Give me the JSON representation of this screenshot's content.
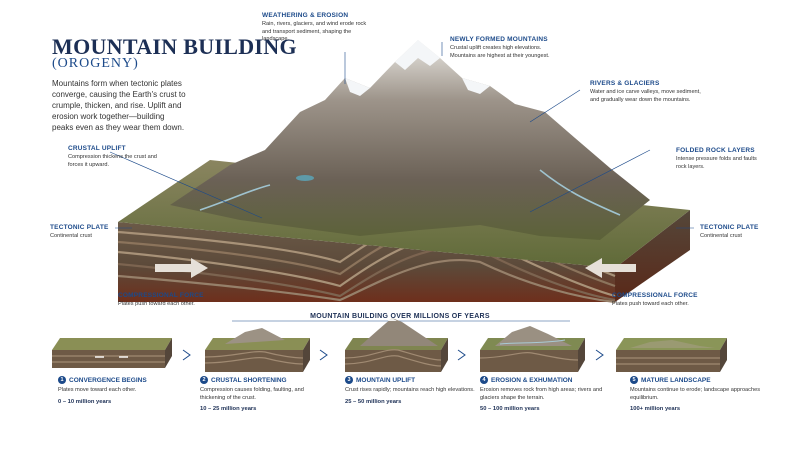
{
  "header": {
    "title": "MOUNTAIN BUILDING",
    "subtitle": "(OROGENY)",
    "intro": "Mountains form when tectonic plates converge, causing the Earth's crust to crumple, thicken, and rise. Uplift and erosion work together—building peaks even as they wear them down."
  },
  "callouts": {
    "weathering": {
      "title": "WEATHERING & EROSION",
      "text": "Rain, rivers, glaciers, and wind erode rock and transport sediment, shaping the landscape."
    },
    "newly_formed": {
      "title": "NEWLY FORMED MOUNTAINS",
      "text": "Crustal uplift creates high elevations. Mountains are highest at their youngest."
    },
    "rivers": {
      "title": "RIVERS & GLACIERS",
      "text": "Water and ice carve valleys, move sediment, and gradually wear down the mountains."
    },
    "uplift": {
      "title": "CRUSTAL UPLIFT",
      "text": "Compression thickens the crust and forces it upward."
    },
    "folded": {
      "title": "FOLDED ROCK LAYERS",
      "text": "Intense pressure folds and faults rock layers."
    },
    "plate_left": {
      "title": "TECTONIC PLATE",
      "text": "Continental crust"
    },
    "plate_right": {
      "title": "TECTONIC PLATE",
      "text": "Continental crust"
    },
    "force_left": {
      "title": "COMPRESSIONAL FORCE",
      "text": "Plates push toward each other."
    },
    "force_right": {
      "title": "COMPRESSIONAL FORCE",
      "text": "Plates push toward each other."
    }
  },
  "timeline": {
    "title": "MOUNTAIN BUILDING OVER MILLIONS OF YEARS",
    "stages": [
      {
        "num": "1",
        "title": "CONVERGENCE BEGINS",
        "text": "Plates move toward each other.",
        "years": "0 – 10 million years"
      },
      {
        "num": "2",
        "title": "CRUSTAL SHORTENING",
        "text": "Compression causes folding, faulting, and thickening of the crust.",
        "years": "10 – 25 million years"
      },
      {
        "num": "3",
        "title": "MOUNTAIN UPLIFT",
        "text": "Crust rises rapidly; mountains reach high elevations.",
        "years": "25 – 50 million years"
      },
      {
        "num": "4",
        "title": "EROSION & EXHUMATION",
        "text": "Erosion removes rock from high areas; rivers and glaciers shape the terrain.",
        "years": "50 – 100 million years"
      },
      {
        "num": "5",
        "title": "MATURE LANDSCAPE",
        "text": "Mountains continue to erode; landscape approaches equilibrium.",
        "years": "100+ million years"
      }
    ]
  },
  "colors": {
    "title": "#1c2f55",
    "accent": "#1c4a8a",
    "rock_dark": "#5a5046",
    "rock_light": "#b8aea2",
    "snow": "#f4f6f8",
    "vegetation": "#6f7a42",
    "strata_a": "#7a6650",
    "strata_b": "#a89278",
    "mantle": "#7a3a22"
  }
}
